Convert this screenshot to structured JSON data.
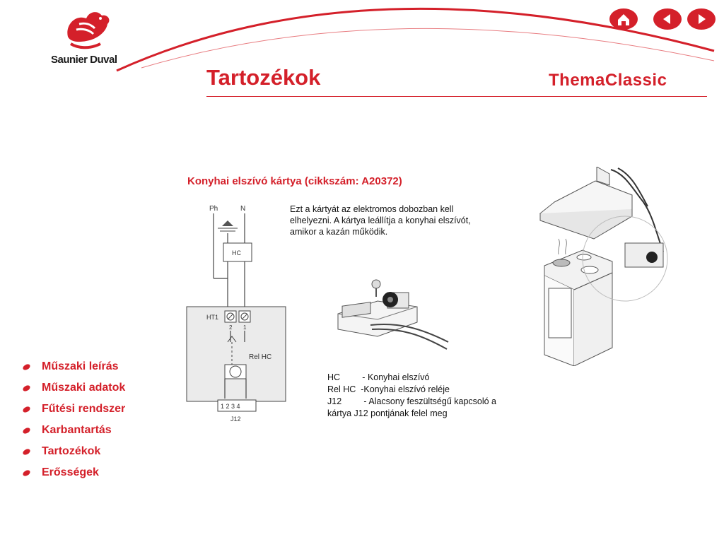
{
  "brand": {
    "name": "Saunier Duval",
    "logo_icon": "bird-logo-icon",
    "color": "#d4202a"
  },
  "header": {
    "title": "Tartozékok",
    "product": "ThemaClassic"
  },
  "nav": [
    {
      "name": "home-icon"
    },
    {
      "name": "arrow-left-icon"
    },
    {
      "name": "arrow-right-icon"
    }
  ],
  "section": {
    "title": "Konyhai elszívó kártya  (cikkszám: A20372)",
    "description": "Ezt a kártyát az elektromos dobozban kell elhelyezni. A kártya leállítja a konyhai elszívót, amikor a kazán működik."
  },
  "diagram": {
    "ph": "Ph",
    "n": "N",
    "hc": "HC",
    "ht1": "HT1",
    "pin2": "2",
    "pin1": "1",
    "rel": "Rel HC",
    "pins": "1 2 3 4",
    "j12": "J12"
  },
  "legend": [
    "HC         - Konyhai elszívó",
    "Rel HC  -Konyhai elszívó reléje",
    "J12         - Alacsony feszültségű kapcsoló a",
    "kártya J12 pontjának felel meg"
  ],
  "menu": [
    {
      "label": "Műszaki leírás"
    },
    {
      "label": "Műszaki adatok"
    },
    {
      "label": "Fűtési rendszer"
    },
    {
      "label": "Karbantartás"
    },
    {
      "label": "Tartozékok"
    },
    {
      "label": "Erősségek"
    }
  ]
}
